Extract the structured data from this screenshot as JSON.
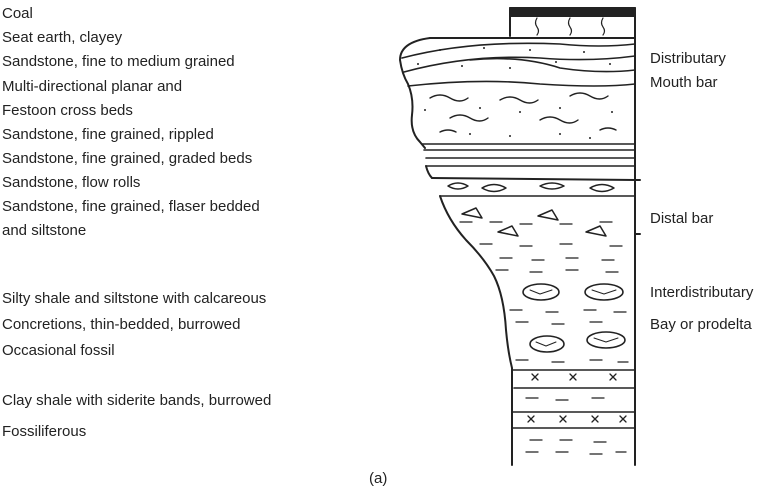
{
  "left_labels": [
    "Coal",
    "Seat earth, clayey",
    "Sandstone, fine to medium grained",
    "Multi-directional planar and",
    "Festoon cross beds",
    "Sandstone, fine grained, rippled",
    "Sandstone, fine grained, graded beds",
    "Sandstone, flow rolls",
    "Sandstone, fine grained, flaser bedded",
    "and siltstone",
    "Silty shale and siltstone with calcareous",
    "Concretions, thin-bedded, burrowed",
    "Occasional fossil",
    "Clay shale with siderite bands, burrowed",
    "Fossiliferous"
  ],
  "right_labels": [
    "Distributary",
    "Mouth bar",
    "Distal bar",
    "Interdistributary",
    "Bay or prodelta"
  ],
  "caption": "(a)",
  "colors": {
    "ink": "#222222",
    "background": "#ffffff"
  }
}
